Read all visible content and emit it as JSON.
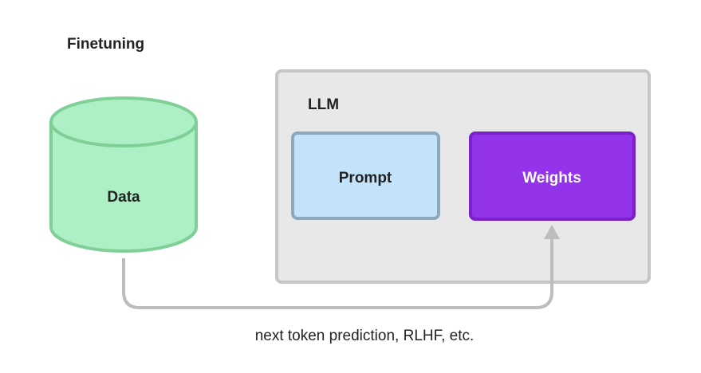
{
  "title": "Finetuning",
  "data_store": {
    "label": "Data"
  },
  "llm": {
    "label": "LLM",
    "prompt_label": "Prompt",
    "weights_label": "Weights"
  },
  "flow": {
    "caption": "next token prediction, RLHF, etc."
  },
  "colors": {
    "cylinder_fill": "#aef0c5",
    "cylinder_stroke": "#7fcf97",
    "llm_fill": "#e8e8e8",
    "llm_stroke": "#c6c6c6",
    "prompt_fill": "#c3e3fb",
    "prompt_stroke": "#8aa8be",
    "weights_fill": "#9333ea",
    "weights_stroke": "#7a22c9",
    "arrow": "#bdbdbd",
    "text_dark": "#222222",
    "text_light": "#ffffff"
  }
}
